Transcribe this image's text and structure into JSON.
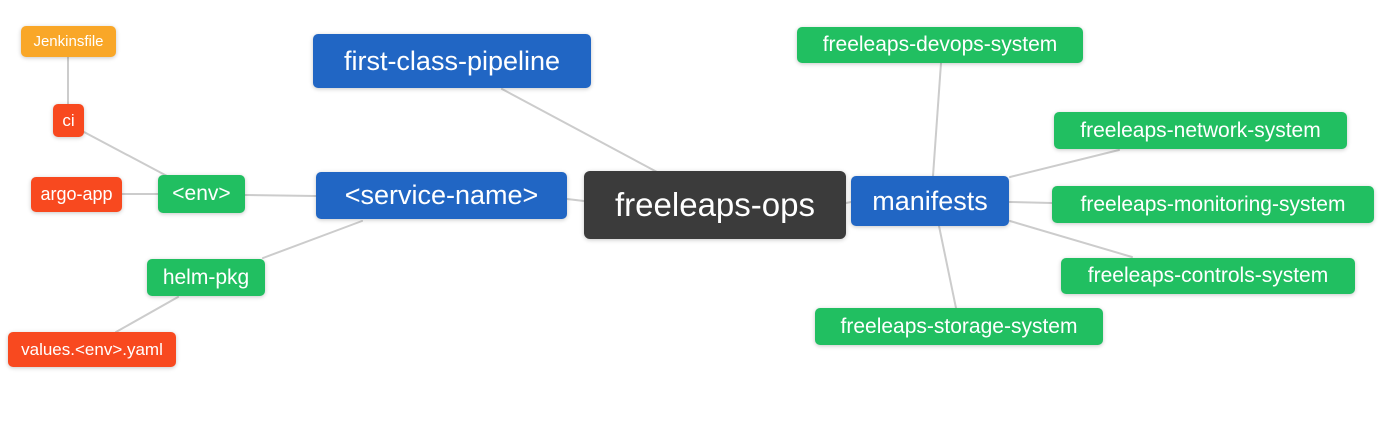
{
  "diagram": {
    "type": "mindmap",
    "root_label": "freeleaps-ops"
  },
  "colors": {
    "background": "#FFFFFF",
    "edge": "#CCCCCC",
    "node_text": "#FFFFFF",
    "root_node": "#3B3B3B",
    "branch_node": "#2166C4",
    "green_node": "#21BF61",
    "red_node": "#F8491F",
    "orange_node": "#F9A728"
  },
  "nodes": [
    {
      "id": "freeleaps-ops",
      "label": "freeleaps-ops",
      "color": "#3B3B3B",
      "level": "root"
    },
    {
      "id": "first-class-pipeline",
      "label": "first-class-pipeline",
      "color": "#2166C4",
      "level": "1"
    },
    {
      "id": "service-name",
      "label": "<service-name>",
      "color": "#2166C4",
      "level": "1"
    },
    {
      "id": "manifests",
      "label": "manifests",
      "color": "#2166C4",
      "level": "1"
    },
    {
      "id": "env",
      "label": "<env>",
      "color": "#21BF61",
      "level": "2"
    },
    {
      "id": "helm-pkg",
      "label": "helm-pkg",
      "color": "#21BF61",
      "level": "2"
    },
    {
      "id": "ci",
      "label": "ci",
      "color": "#F8491F",
      "level": "3"
    },
    {
      "id": "argo-app",
      "label": "argo-app",
      "color": "#F8491F",
      "level": "3"
    },
    {
      "id": "values-env-yaml",
      "label": "values.<env>.yaml",
      "color": "#F8491F",
      "level": "3"
    },
    {
      "id": "jenkinsfile",
      "label": "Jenkinsfile",
      "color": "#F9A728",
      "level": "4"
    },
    {
      "id": "freeleaps-devops-system",
      "label": "freeleaps-devops-system",
      "color": "#21BF61",
      "level": "2"
    },
    {
      "id": "freeleaps-network-system",
      "label": "freeleaps-network-system",
      "color": "#21BF61",
      "level": "2"
    },
    {
      "id": "freeleaps-monitoring-system",
      "label": "freeleaps-monitoring-system",
      "color": "#21BF61",
      "level": "2"
    },
    {
      "id": "freeleaps-controls-system",
      "label": "freeleaps-controls-system",
      "color": "#21BF61",
      "level": "2"
    },
    {
      "id": "freeleaps-storage-system",
      "label": "freeleaps-storage-system",
      "color": "#21BF61",
      "level": "2"
    }
  ],
  "edges": [
    {
      "from": "jenkinsfile",
      "to": "ci"
    },
    {
      "from": "ci",
      "to": "env"
    },
    {
      "from": "argo-app",
      "to": "env"
    },
    {
      "from": "env",
      "to": "service-name"
    },
    {
      "from": "helm-pkg",
      "to": "service-name"
    },
    {
      "from": "values-env-yaml",
      "to": "helm-pkg"
    },
    {
      "from": "service-name",
      "to": "freeleaps-ops"
    },
    {
      "from": "first-class-pipeline",
      "to": "freeleaps-ops"
    },
    {
      "from": "freeleaps-ops",
      "to": "manifests"
    },
    {
      "from": "manifests",
      "to": "freeleaps-devops-system"
    },
    {
      "from": "manifests",
      "to": "freeleaps-network-system"
    },
    {
      "from": "manifests",
      "to": "freeleaps-monitoring-system"
    },
    {
      "from": "manifests",
      "to": "freeleaps-controls-system"
    },
    {
      "from": "manifests",
      "to": "freeleaps-storage-system"
    }
  ]
}
